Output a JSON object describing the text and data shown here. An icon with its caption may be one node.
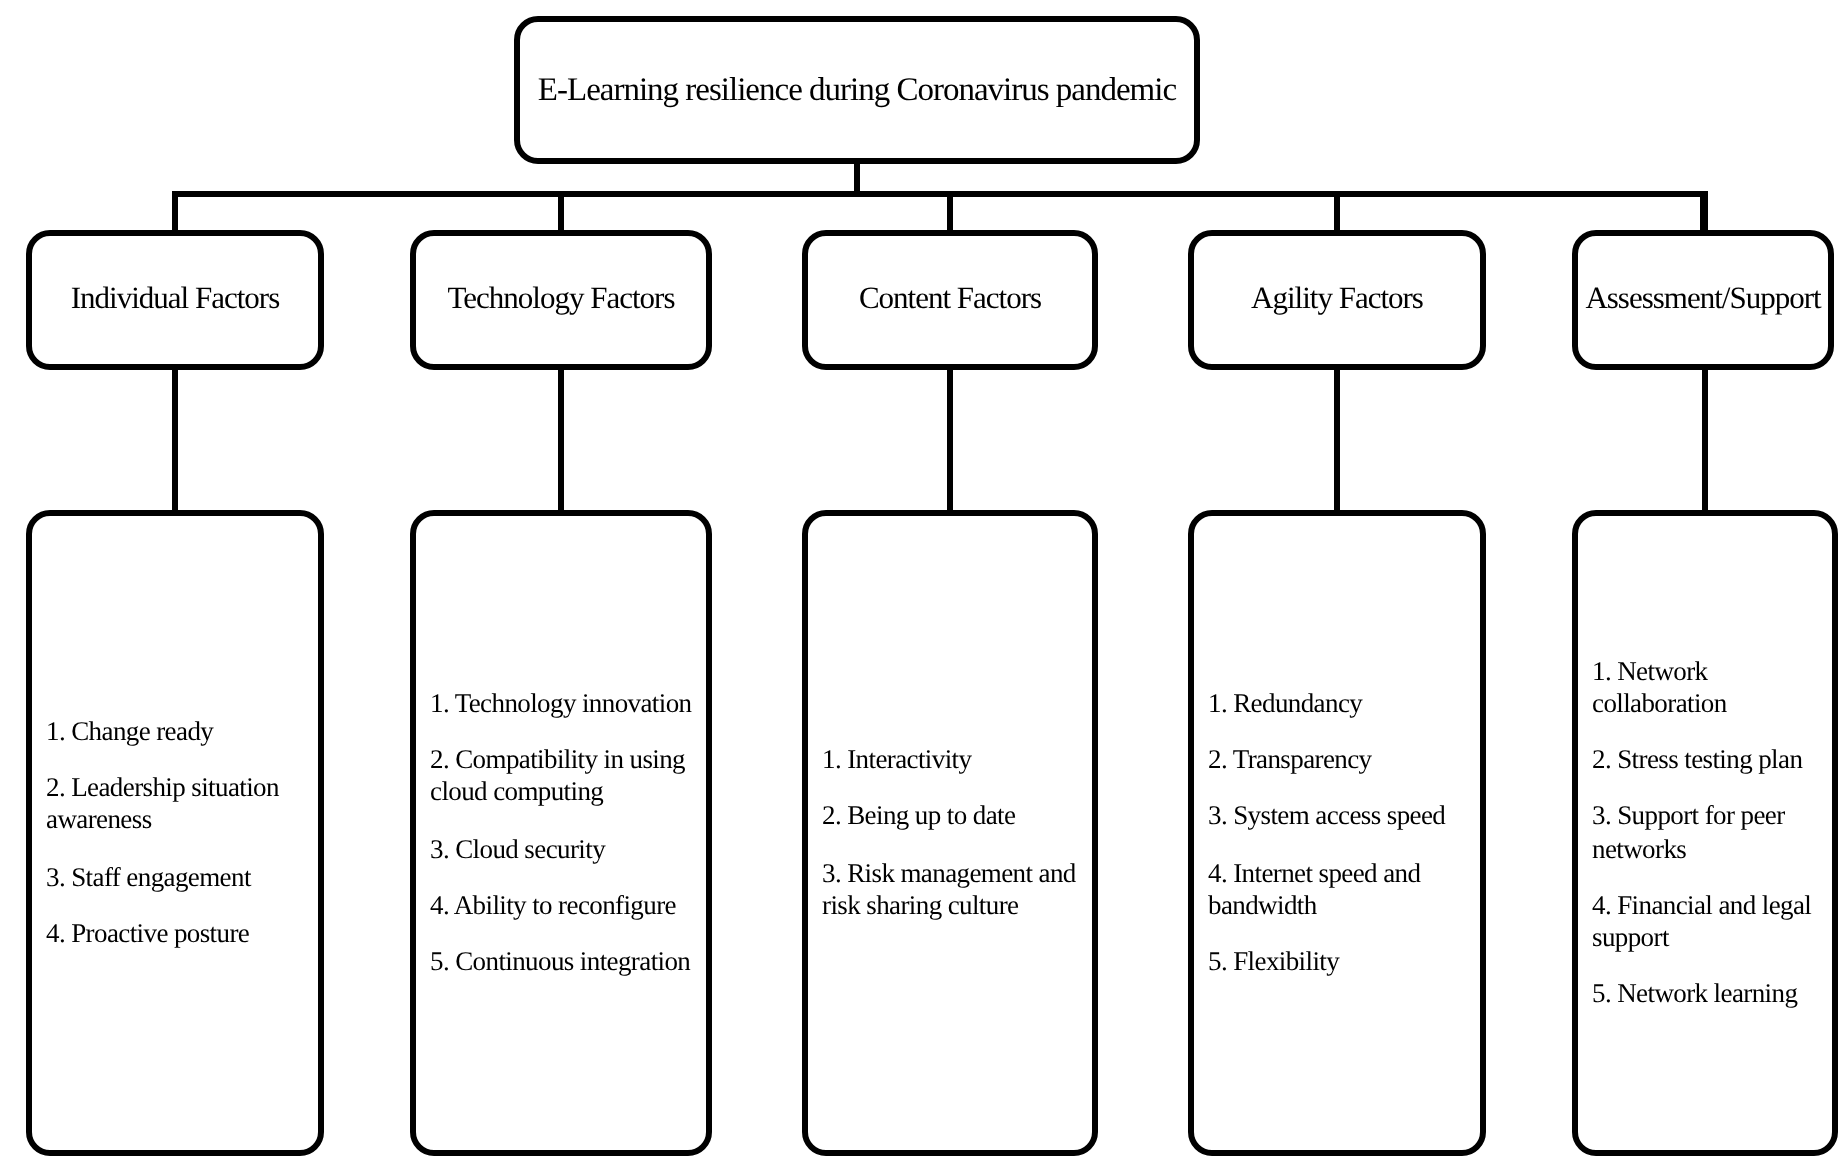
{
  "diagram": {
    "nodes": [
      {
        "text": [
          "E-Learning resilience during Coronavirus pandemic"
        ]
      },
      {
        "text": [
          "Individual Factors"
        ]
      },
      {
        "text": [
          "Technology Factors"
        ]
      },
      {
        "text": [
          "Content Factors"
        ]
      },
      {
        "text": [
          "Agility Factors"
        ]
      },
      {
        "text": [
          "Assessment/Support"
        ]
      },
      {
        "text": [
          "1. Change ready",
          "2. Leadership situation awareness",
          "3. Staff engagement",
          "4. Proactive posture"
        ]
      },
      {
        "text": [
          "1. Technology innovation",
          "2. Compatibility in using cloud computing",
          "3. Cloud security",
          "4. Ability to reconfigure",
          "5. Continuous integration"
        ]
      },
      {
        "text": [
          "1. Interactivity",
          "2. Being up to date",
          "3. Risk management and risk sharing culture"
        ]
      },
      {
        "text": [
          "1. Redundancy",
          "2. Transparency",
          "3. System access speed",
          "4. Internet speed and bandwidth",
          "5. Flexibility"
        ]
      },
      {
        "text": [
          "1. Network collaboration",
          "2. Stress testing plan",
          "3. Support for peer networks",
          "4. Financial and legal support",
          "5. Network learning"
        ]
      }
    ],
    "edges": [
      {
        "from": 0,
        "to": 1,
        "arrow": "none"
      },
      {
        "from": 0,
        "to": 2,
        "arrow": "none"
      },
      {
        "from": 0,
        "to": 3,
        "arrow": "none"
      },
      {
        "from": 0,
        "to": 4,
        "arrow": "none"
      },
      {
        "from": 0,
        "to": 5,
        "arrow": "none"
      },
      {
        "from": 1,
        "to": 6,
        "arrow": "none"
      },
      {
        "from": 2,
        "to": 7,
        "arrow": "none"
      },
      {
        "from": 3,
        "to": 8,
        "arrow": "none"
      },
      {
        "from": 4,
        "to": 9,
        "arrow": "none"
      },
      {
        "from": 5,
        "to": 10,
        "arrow": "none"
      }
    ]
  }
}
